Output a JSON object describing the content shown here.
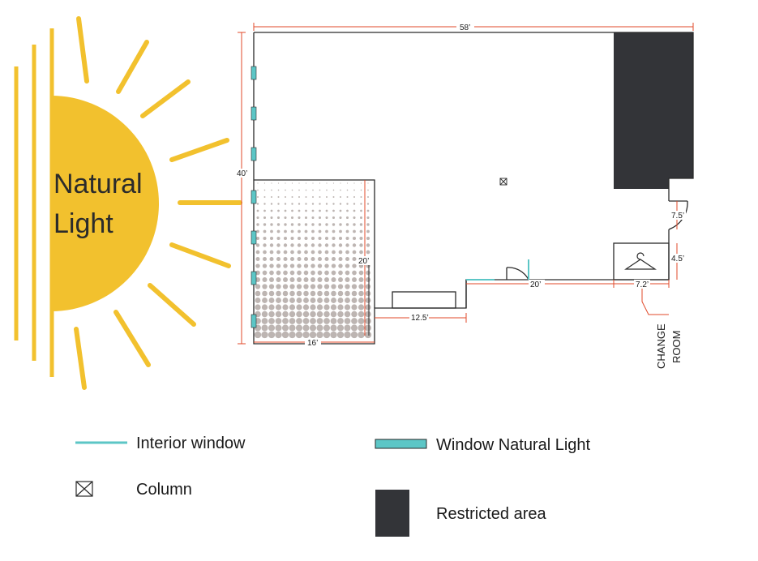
{
  "sun": {
    "label_line1": "Natural",
    "label_line2": "Light",
    "color": "#F2C12E"
  },
  "floorplan": {
    "dimensions": {
      "top": "58’",
      "left": "40’",
      "inner_vertical": "20’",
      "bottom_left": "16’",
      "bottom_mid": "12.5’",
      "bottom_right": "20’",
      "change_width": "7.2’",
      "door_height": "7.5’",
      "change_height": "4.5’"
    },
    "change_room_label_line1": "CHANGE",
    "change_room_label_line2": "ROOM",
    "colors": {
      "wall": "#2a2a2a",
      "dimension": "#E04A2A",
      "window": "#5CC6C6",
      "restricted": "#333438",
      "dots": "#BDB5B2"
    }
  },
  "legend": {
    "interior_window": "Interior window",
    "window_natural_light": "Window Natural Light",
    "column": "Column",
    "restricted_area": "Restricted area"
  }
}
